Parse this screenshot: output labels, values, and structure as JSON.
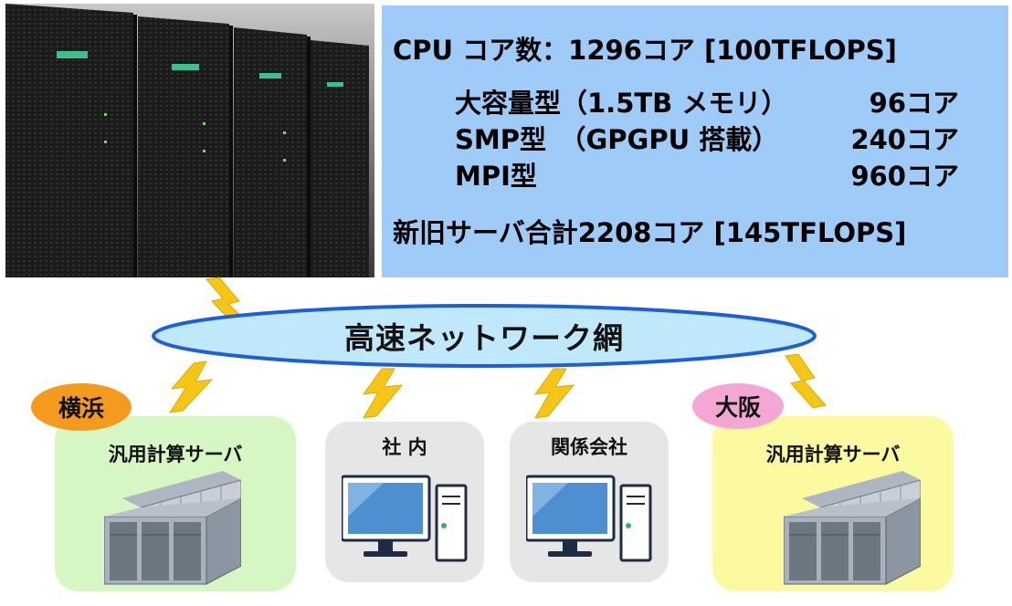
{
  "spec": {
    "total": "CPU コア数：1296コア [100TFLOPS]",
    "rows": [
      {
        "label": "大容量型（1.5TB メモリ）",
        "value": "96コア"
      },
      {
        "label": "SMP型　（GPGPU 搭載）",
        "value": "240コア"
      },
      {
        "label": "MPI型",
        "value": "960コア"
      }
    ],
    "combined": "新旧サーバ合計2208コア [145TFLOPS]"
  },
  "network": {
    "label": "高速ネットワーク網"
  },
  "nodes": {
    "yokohama": {
      "badge": "横浜",
      "title": "汎用計算サーバ"
    },
    "internal": {
      "title": "社 内"
    },
    "affiliates": {
      "title": "関係会社"
    },
    "osaka": {
      "badge": "大阪",
      "title": "汎用計算サーバ"
    }
  },
  "colors": {
    "spec_panel": "#9ecbf7",
    "network_fill": "#bfe8fa",
    "network_stroke": "#1f5fd6",
    "lightning": "#f5c518",
    "yokohama_box": "#d6f7c4",
    "yokohama_badge": "#f39a1f",
    "osaka_box": "#fbfaa0",
    "osaka_badge": "#f4a7d5",
    "client_box": "#e6e6e6"
  }
}
